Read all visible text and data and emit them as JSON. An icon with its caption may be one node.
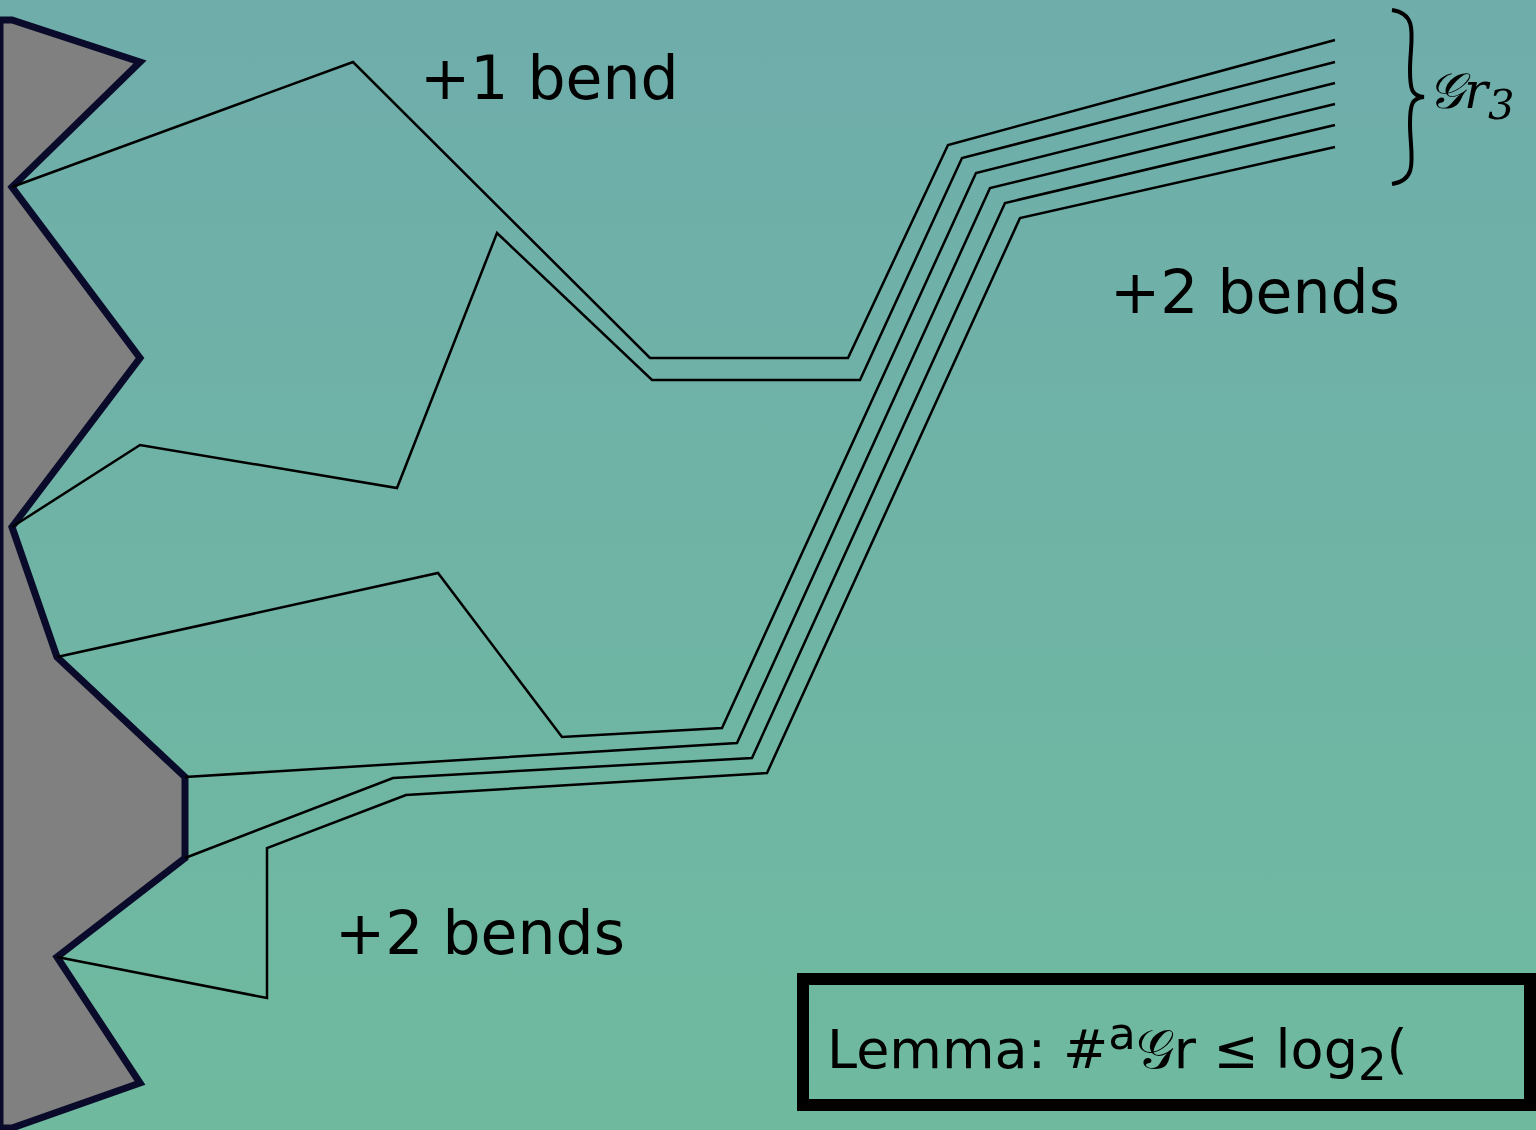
{
  "diagram": {
    "nodes": [
      {
        "text": [
          "Lemma: #$^{a}$𝒢r ≤ log$_{2}$("
        ]
      }
    ],
    "labels": [
      "+1 bend",
      "𝒢r$_{3}$",
      "+2 bends",
      "+2 bends"
    ]
  }
}
